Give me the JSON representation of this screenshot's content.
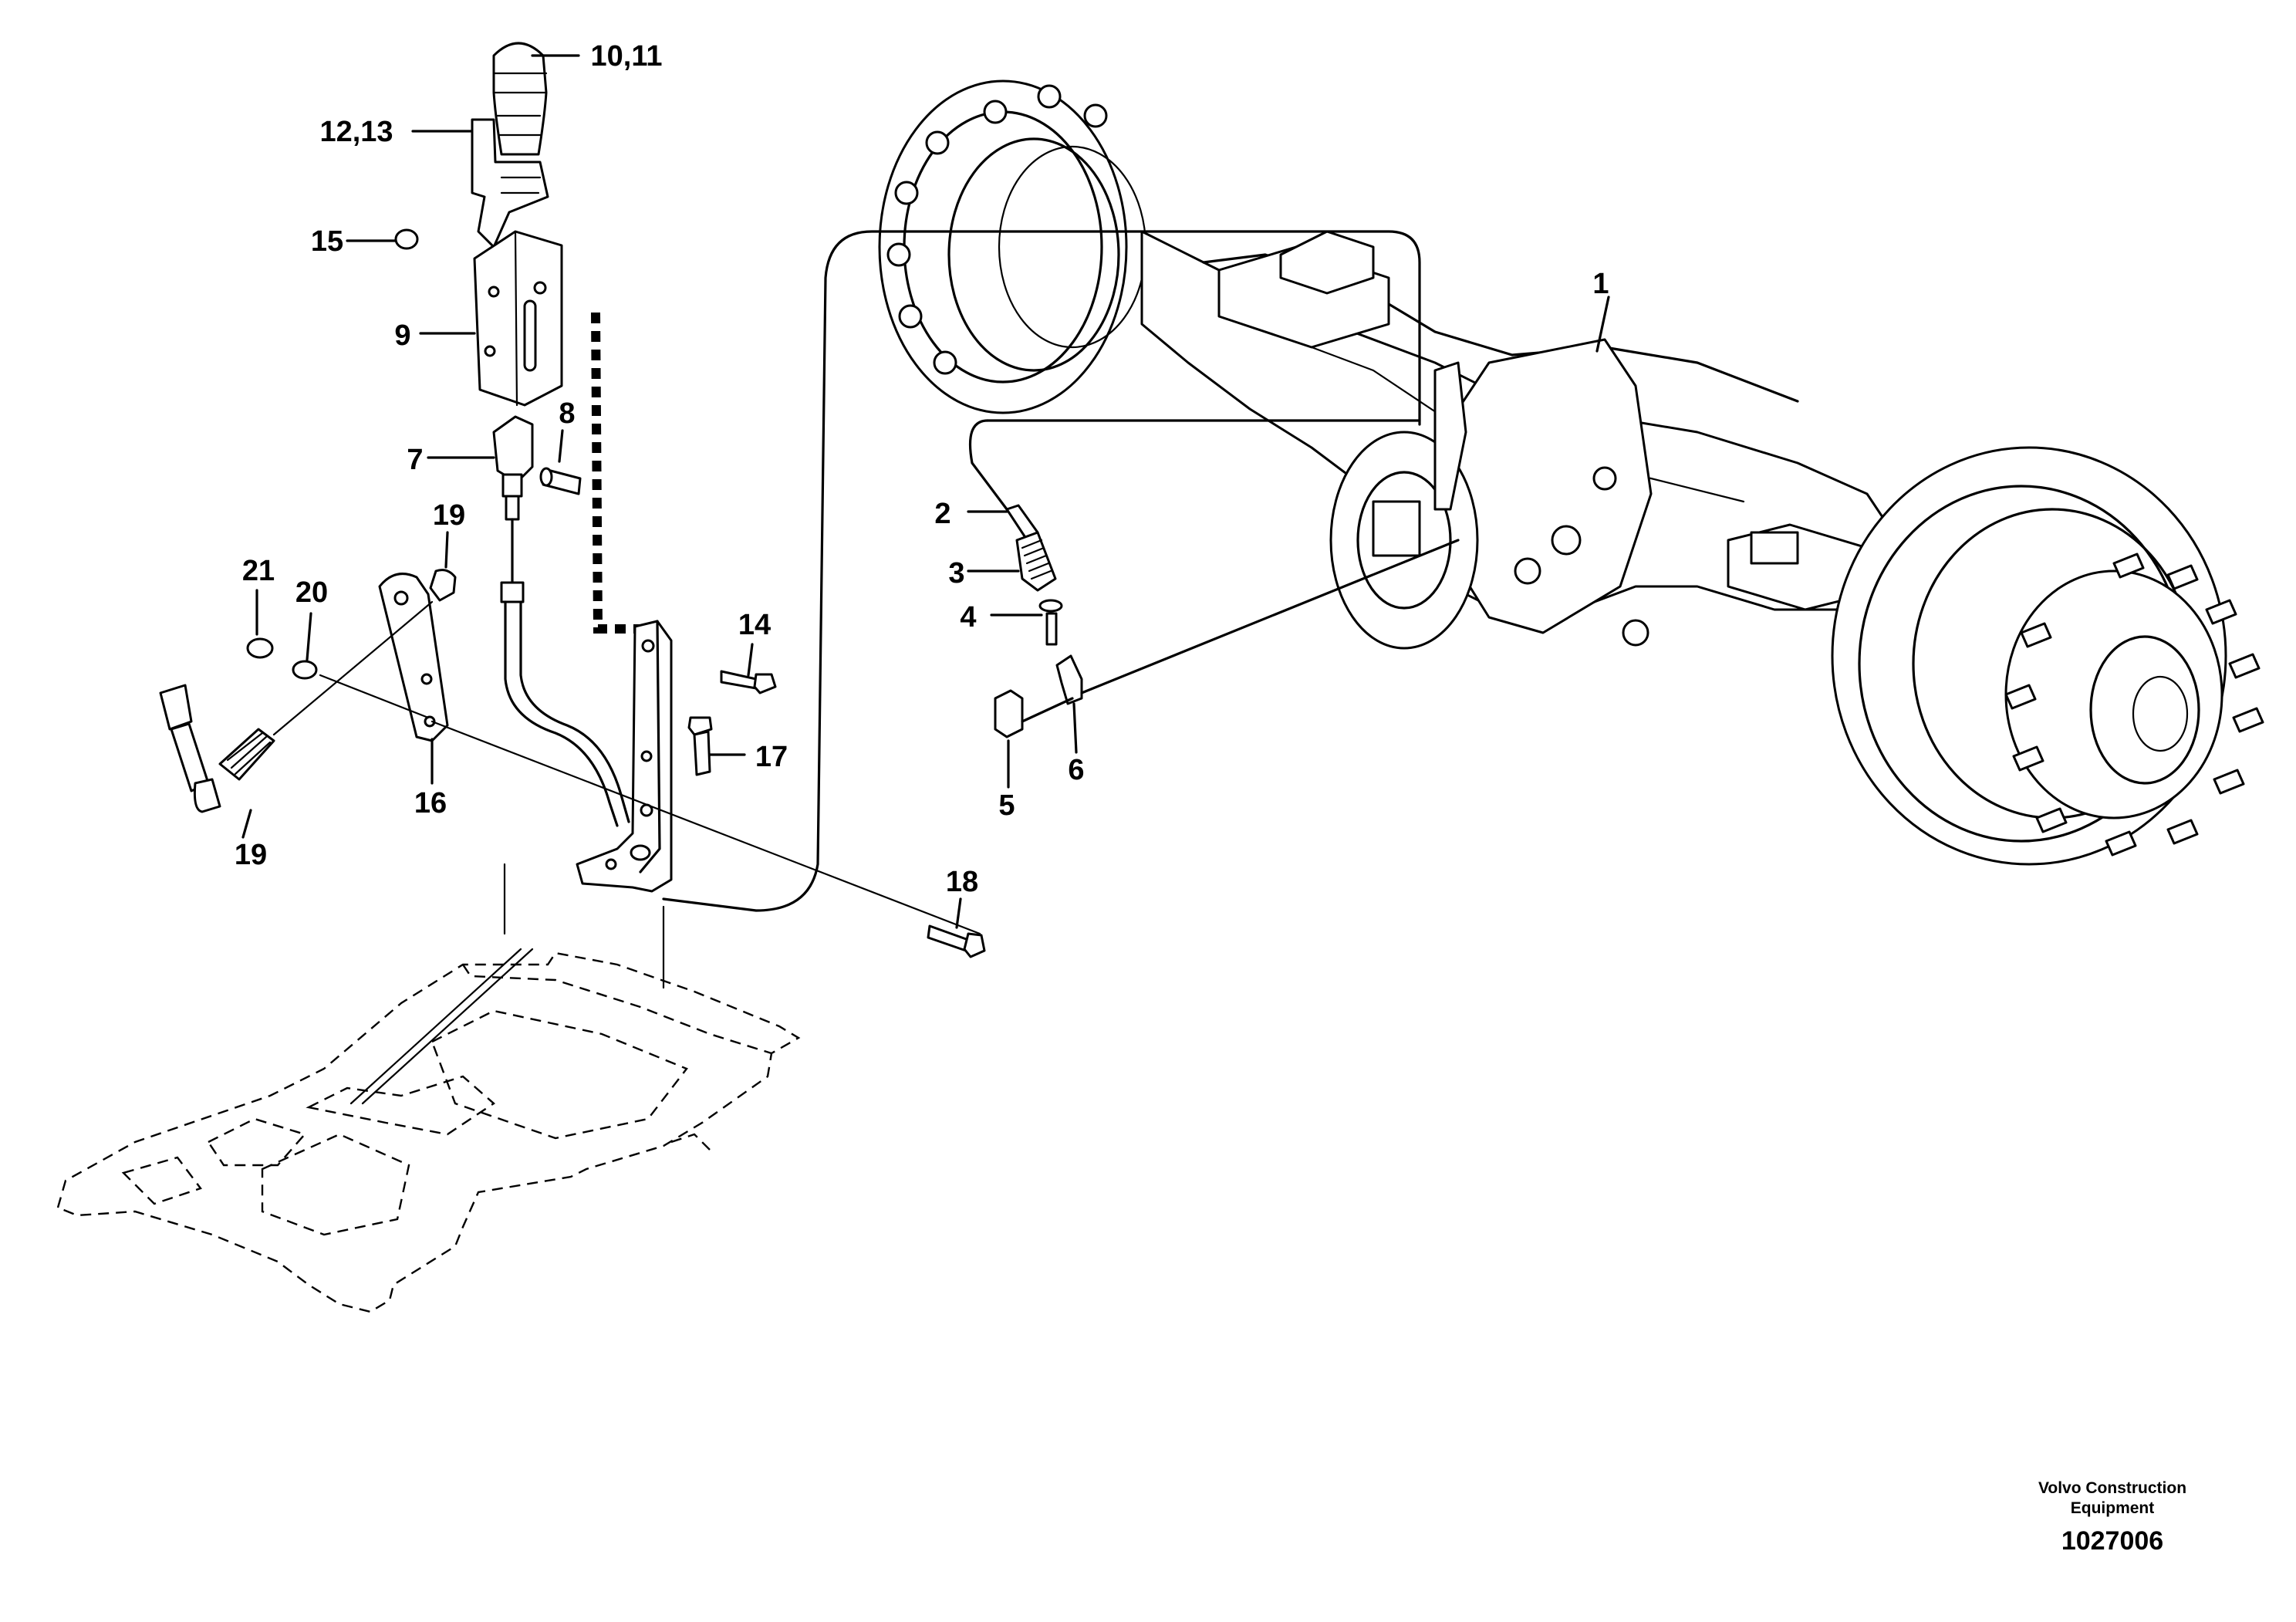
{
  "drawing": {
    "callouts": [
      {
        "id": "c1",
        "label": "1"
      },
      {
        "id": "c2",
        "label": "2"
      },
      {
        "id": "c3",
        "label": "3"
      },
      {
        "id": "c4",
        "label": "4"
      },
      {
        "id": "c5",
        "label": "5"
      },
      {
        "id": "c6",
        "label": "6"
      },
      {
        "id": "c7",
        "label": "7"
      },
      {
        "id": "c8",
        "label": "8"
      },
      {
        "id": "c9",
        "label": "9"
      },
      {
        "id": "c10",
        "label": "10,11"
      },
      {
        "id": "c12",
        "label": "12,13"
      },
      {
        "id": "c14",
        "label": "14"
      },
      {
        "id": "c15",
        "label": "15"
      },
      {
        "id": "c16",
        "label": "16"
      },
      {
        "id": "c17",
        "label": "17"
      },
      {
        "id": "c18",
        "label": "18"
      },
      {
        "id": "c19a",
        "label": "19"
      },
      {
        "id": "c19b",
        "label": "19"
      },
      {
        "id": "c20",
        "label": "20"
      },
      {
        "id": "c21",
        "label": "21"
      }
    ]
  },
  "footer": {
    "company_line1": "Volvo Construction",
    "company_line2": "Equipment",
    "drawing_number": "1027006"
  }
}
